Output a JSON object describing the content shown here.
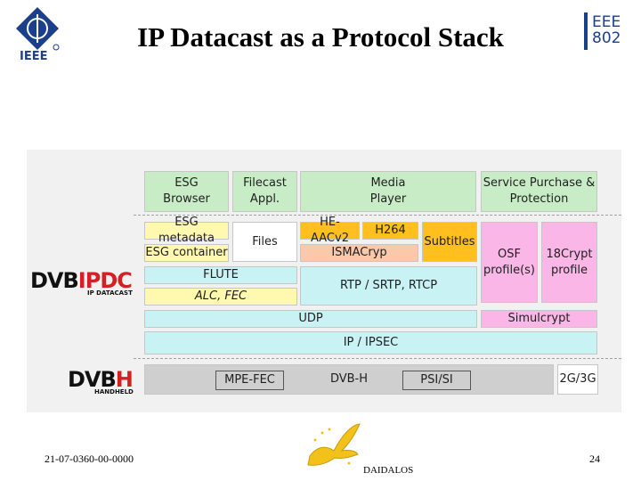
{
  "slide": {
    "title": "IP Datacast as a Protocol Stack",
    "footer_left": "21-07-0360-00-0000",
    "footer_center": "DAIDALOS",
    "page_number": "24"
  },
  "logos": {
    "ieee": "IEEE",
    "ieee802_top": "EEE",
    "ieee802_bottom": "802"
  },
  "brands": {
    "ipdc_dvb": "DVB",
    "ipdc_name": "IPDC",
    "ipdc_sub": "IP DATACAST",
    "dvbh_dvb": "DVB",
    "dvbh_name": "H",
    "dvbh_sub": "HANDHELD"
  },
  "stack": {
    "esg_browser": "ESG\nBrowser",
    "filecast": "Filecast\nAppl.",
    "media_player": "Media\nPlayer",
    "service_purchase": "Service Purchase &\nProtection",
    "esg_metadata": "ESG metadata",
    "esg_container": "ESG container",
    "files": "Files",
    "heaac": "HE-AACv2",
    "h264": "H264",
    "ismacryp": "ISMACryp",
    "subtitles": "Subtitles",
    "osf": "OSF\nprofile(s)",
    "crypt18": "18Crypt\nprofile",
    "flute": "FLUTE",
    "alc_fec": "ALC, FEC",
    "rtp": "RTP / SRTP, RTCP",
    "udp": "UDP",
    "simulcrypt": "Simulcrypt",
    "ip_ipsec": "IP / IPSEC",
    "mpe_fec": "MPE-FEC",
    "dvb_h": "DVB-H",
    "psi_si": "PSI/SI",
    "g2g3": "2G/3G"
  },
  "colors": {
    "application": "#c8ecc6",
    "transport": "#c9f2f5",
    "esg": "#fff9b0",
    "codec": "#ffbf1e",
    "protection": "#f9b6e6",
    "link": "#cfcfcf"
  }
}
